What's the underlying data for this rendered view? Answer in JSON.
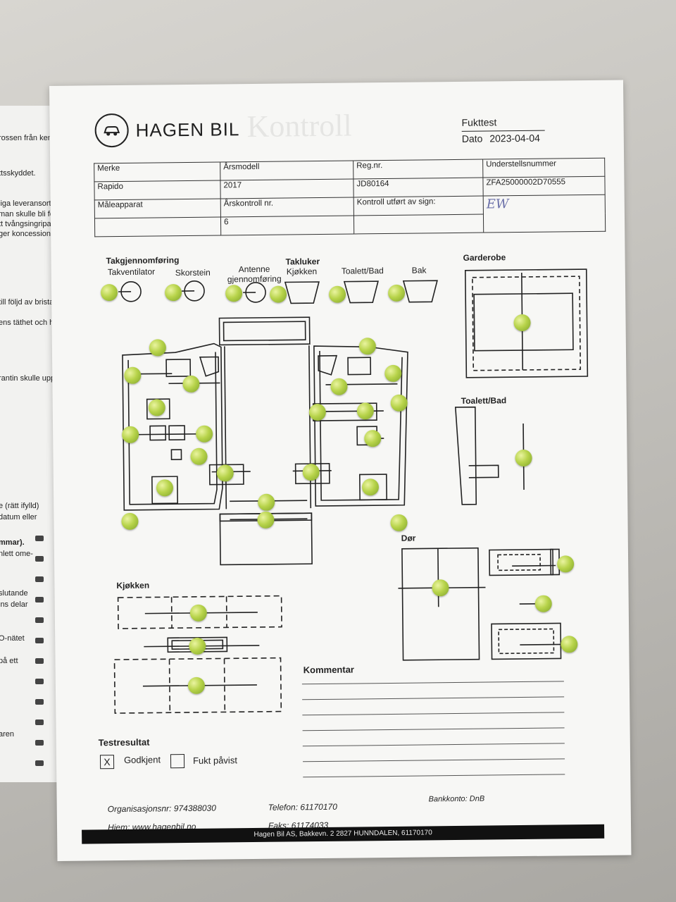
{
  "underlying_sheet": {
    "lines": [
      "rossen från kemiska ä",
      "ttsskyddet.",
      "liga leveransort, de c",
      "man skulle bli föremå",
      "tt tvångsingripande,",
      "ger koncessionsinne",
      "till följd av bristand",
      "ens täthet och hål",
      "rantin skulle upp-",
      "e (rätt ifylld)",
      "datum eller",
      "mmar).",
      "nlett ome-",
      "slutande",
      "ins delar",
      "O-nätet",
      "på ett",
      "aren"
    ]
  },
  "header": {
    "company": "HAGEN BIL",
    "logo_icon": "car-icon",
    "doc_type": "Fukttest",
    "date_label": "Dato",
    "date_value": "2023-04-04"
  },
  "info": {
    "merke_label": "Merke",
    "merke_value": "Rapido",
    "arsmodell_label": "Årsmodell",
    "arsmodell_value": "2017",
    "regnr_label": "Reg.nr.",
    "regnr_value": "JD80164",
    "understell_label": "Understellsnummer",
    "understell_value": "ZFA25000002D70555",
    "maleapparat_label": "Måleapparat",
    "arskontroll_label": "Årskontroll nr.",
    "arskontroll_value": "6",
    "kontroll_label": "Kontroll utført av sign:",
    "signature": "EW"
  },
  "sections": {
    "takgjennomforing": "Takgjennomføring",
    "takventilator": "Takventilator",
    "skorstein": "Skorstein",
    "antenne_1": "Antenne",
    "antenne_2": "gjennomføring",
    "takluker": "Takluker",
    "kjokken_luke": "Kjøkken",
    "toalett_luke": "Toalett/Bad",
    "bak": "Bak",
    "garderobe": "Garderobe",
    "toalett_bad": "Toalett/Bad",
    "dor": "Dør",
    "kjokken": "Kjøkken"
  },
  "result": {
    "title": "Testresultat",
    "godkjent_label": "Godkjent",
    "godkjent_mark": "X",
    "fukt_label": "Fukt påvist"
  },
  "comment": {
    "title": "Kommentar"
  },
  "footer": {
    "org": "Organisasjonsnr: 974388030",
    "telefon": "Telefon: 61170170",
    "bankkonto": "Bankkonto: DnB",
    "hjem": "Hjem: www.hagenbil.no",
    "faks": "Faks: 61174033",
    "bar": "Hagen Bil AS, Bakkevn. 2 2827 HUNNDALEN, 61170170"
  },
  "colors": {
    "dot": "#b7d34a",
    "ink": "#222222",
    "paper": "#f7f7f5",
    "signature": "#6a6fa8"
  }
}
